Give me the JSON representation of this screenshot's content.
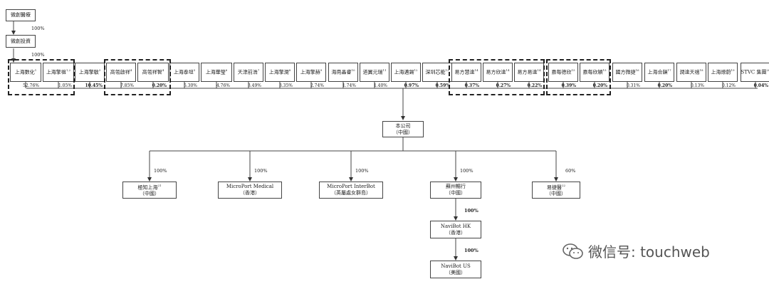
{
  "parents": {
    "top": "微創醫療",
    "investment": "微創投資",
    "pct_top": "100%",
    "pct_investment": "100%"
  },
  "shareholders": [
    {
      "name": "上海數化",
      "sup": "1",
      "pct": "52.76%",
      "bold": false
    },
    {
      "name": "上海擎祖",
      "sup": "1,2",
      "pct": "1.05%",
      "bold": false
    },
    {
      "name": "上海擎敏",
      "sup": "3",
      "pct": "10.45%",
      "bold": true
    },
    {
      "name": "高瓴啟祥",
      "sup": "4",
      "pct": "7.85%",
      "bold": false
    },
    {
      "name": "高瓴祥智",
      "sup": "4",
      "pct": "0.20%",
      "bold": true
    },
    {
      "name": "上海泰坦",
      "sup": "5",
      "pct": "5.30%",
      "bold": false
    },
    {
      "name": "上海華瑩",
      "sup": "6",
      "pct": "4.76%",
      "bold": false
    },
    {
      "name": "天津前浩",
      "sup": "7",
      "pct": "3.49%",
      "bold": false
    },
    {
      "name": "上海擎澗",
      "sup": "8",
      "pct": "3.35%",
      "bold": false
    },
    {
      "name": "上海擎赫",
      "sup": "9",
      "pct": "2.74%",
      "bold": false
    },
    {
      "name": "海南晶睿",
      "sup": "10",
      "pct": "1.74%",
      "bold": false
    },
    {
      "name": "道翼元瑞",
      "sup": "11",
      "pct": "1.40%",
      "bold": false
    },
    {
      "name": "上海邁錫",
      "sup": "12",
      "pct": "0.97%",
      "bold": true
    },
    {
      "name": "深圳芯能",
      "sup": "13",
      "pct": "0.59%",
      "bold": true
    },
    {
      "name": "易方慧達",
      "sup": "14",
      "pct": "0.37%",
      "bold": true
    },
    {
      "name": "易方欣達",
      "sup": "14",
      "pct": "0.27%",
      "bold": true
    },
    {
      "name": "易方易達",
      "sup": "14",
      "pct": "0.22%",
      "bold": true
    },
    {
      "name": "嘉每德欣",
      "sup": "15",
      "pct": "0.39%",
      "bold": true
    },
    {
      "name": "嘉每欣穎",
      "sup": "15",
      "pct": "0.20%",
      "bold": true
    },
    {
      "name": "國方微捷",
      "sup": "16",
      "pct": "0.31%",
      "bold": false
    },
    {
      "name": "上海合韻",
      "sup": "17",
      "pct": "0.20%",
      "bold": true
    },
    {
      "name": "潤達天禧",
      "sup": "18",
      "pct": "0.13%",
      "bold": false
    },
    {
      "name": "上海燎蔚",
      "sup": "19",
      "pct": "0.12%",
      "bold": false
    },
    {
      "name": "STVC 集團",
      "sup": "20",
      "pct": "0.04%",
      "bold": true
    }
  ],
  "company": {
    "line1": "本公司",
    "line2": "（中國）"
  },
  "subsidiaries": [
    {
      "line1": "極知上海",
      "sup": "21",
      "line2": "（中國）",
      "pct": "100%"
    },
    {
      "line1": "MicroPort Medical",
      "sup": "",
      "line2": "（香港）",
      "pct": "100%"
    },
    {
      "line1": "MicroPort InterBot",
      "sup": "",
      "line2": "（英屬處女群島）",
      "pct": "100%"
    },
    {
      "line1": "蘇州暢行",
      "sup": "",
      "line2": "（中國）",
      "pct": "100%"
    },
    {
      "line1": "易捷醫",
      "sup": "22",
      "line2": "（中國）",
      "pct": "60%"
    }
  ],
  "chain": [
    {
      "line1": "NaviBot HK",
      "line2": "（香港）",
      "pct": "100%"
    },
    {
      "line1": "NaviBot US",
      "line2": "（美國）",
      "pct": "100%"
    }
  ],
  "watermark": "微信号: touchweb"
}
